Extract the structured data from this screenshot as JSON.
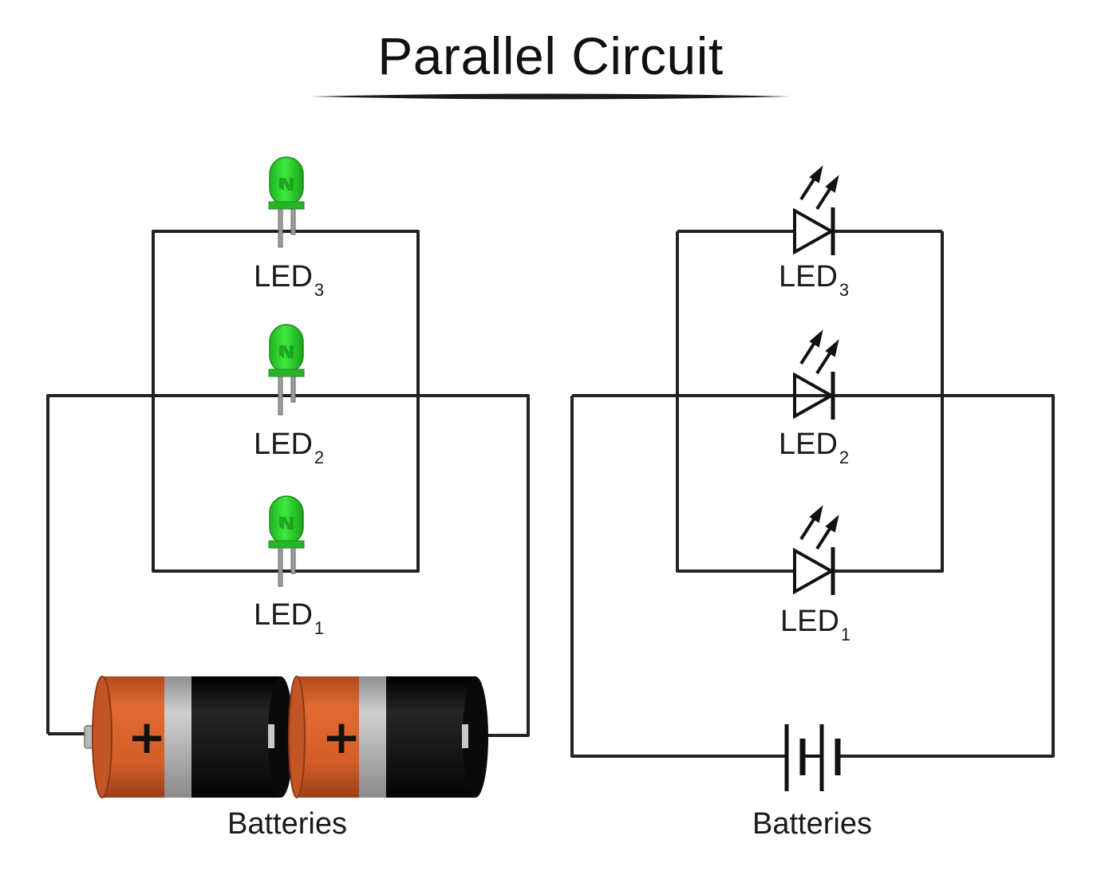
{
  "title": "Parallel Circuit",
  "pictorial": {
    "leds": [
      {
        "name": "LED",
        "sub": "3"
      },
      {
        "name": "LED",
        "sub": "2"
      },
      {
        "name": "LED",
        "sub": "1"
      }
    ],
    "battery_signs": [
      "+",
      "-",
      "+",
      "-"
    ],
    "batteries_label": "Batteries"
  },
  "schematic": {
    "leds": [
      {
        "name": "LED",
        "sub": "3"
      },
      {
        "name": "LED",
        "sub": "2"
      },
      {
        "name": "LED",
        "sub": "1"
      }
    ],
    "batteries_label": "Batteries"
  },
  "colors": {
    "wire": "#222222",
    "led_green": "#2fd12f",
    "battery_orange": "#d9622b",
    "battery_black": "#151515",
    "battery_band": "#b5b5b5"
  }
}
